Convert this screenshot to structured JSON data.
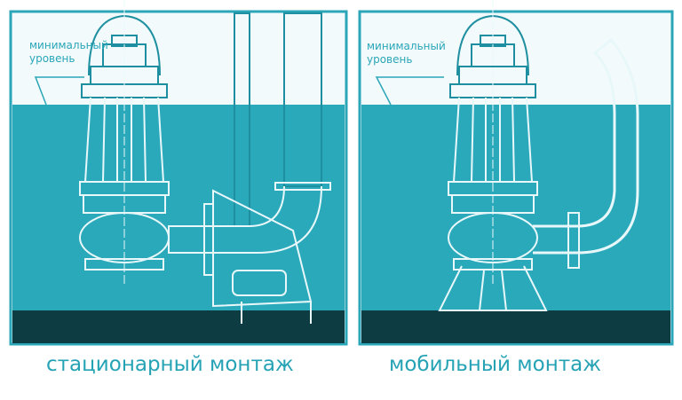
{
  "panels": [
    {
      "min_level_label_1": "минимальный",
      "min_level_label_2": "уровень",
      "caption": "стационарный монтаж"
    },
    {
      "min_level_label_1": "минимальный",
      "min_level_label_2": "уровень",
      "caption": "мобильный монтаж"
    }
  ],
  "colors": {
    "water": "#2aa9bb",
    "floor": "#0e3c43",
    "line": "#2aa6b8",
    "air": "#f2fafb"
  }
}
